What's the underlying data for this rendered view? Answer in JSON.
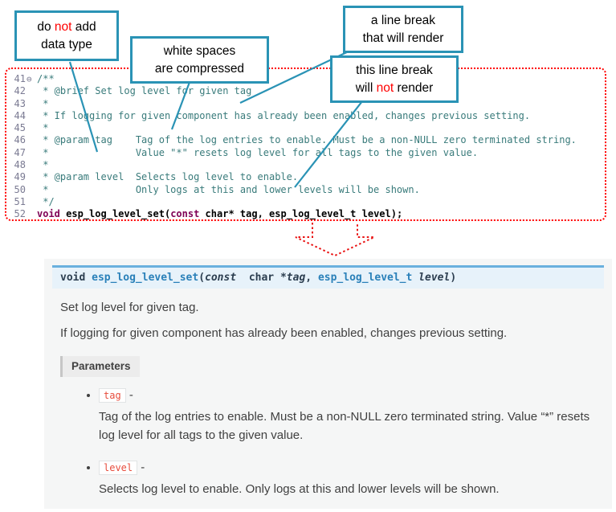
{
  "colors": {
    "callout_border": "#2a93b5",
    "connector_line": "#2a93b5",
    "code_block_border": "#ff0000",
    "arrow": "#e91313",
    "highlight_red": "#ff0000",
    "comment_text": "#397b7b",
    "keyword_text": "#7f0055",
    "signature_bg": "#e7f2fa",
    "signature_border": "#6ab0de",
    "param_chip_text": "#e74c3c",
    "doc_panel_bg": "#f5f6f6"
  },
  "callouts": {
    "box1": {
      "line1_pre": "do ",
      "line1_em": "not",
      "line1_post": " add",
      "line2": "data type"
    },
    "box2": {
      "line1": "white spaces",
      "line2": "are compressed"
    },
    "box3": {
      "line1": "a line break",
      "line2": "that will render"
    },
    "box4": {
      "line1": "this line break",
      "line2_pre": "will ",
      "line2_em": "not",
      "line2_post": " render"
    }
  },
  "code": {
    "lines": [
      {
        "num": "41",
        "fold": "⊖",
        "text": "/**"
      },
      {
        "num": "42",
        "fold": "",
        "text": " * @brief Set log level for given tag"
      },
      {
        "num": "43",
        "fold": "",
        "text": " *"
      },
      {
        "num": "44",
        "fold": "",
        "text": " * If logging for given component has already been enabled, changes previous setting."
      },
      {
        "num": "45",
        "fold": "",
        "text": " *"
      },
      {
        "num": "46",
        "fold": "",
        "text": " * @param tag    Tag of the log entries to enable. Must be a non-NULL zero terminated string."
      },
      {
        "num": "47",
        "fold": "",
        "text": " *               Value \"*\" resets log level for all tags to the given value."
      },
      {
        "num": "48",
        "fold": "",
        "text": " *"
      },
      {
        "num": "49",
        "fold": "",
        "text": " * @param level  Selects log level to enable."
      },
      {
        "num": "50",
        "fold": "",
        "text": " *               Only logs at this and lower levels will be shown."
      },
      {
        "num": "51",
        "fold": "",
        "text": " */"
      }
    ],
    "line52": {
      "num": "52",
      "kw1": "void",
      "sp1": " ",
      "name": "esp_log_level_set",
      "open": "(",
      "kw2": "const",
      "rest": " char* tag, esp_log_level_t level);"
    }
  },
  "doc": {
    "signature": {
      "kw": "void ",
      "name": "esp_log_level_set",
      "open": "(",
      "const_kw": "const ",
      "type1": " char *",
      "param1": "tag",
      "comma": ", ",
      "type2": "esp_log_level_t ",
      "param2": "level",
      "close": ")"
    },
    "p1": "Set log level for given tag.",
    "p2": "If logging for given component has already been enabled, changes previous setting.",
    "parameters_label": "Parameters",
    "params": [
      {
        "name": "tag",
        "sep": " -",
        "desc": "Tag of the log entries to enable. Must be a non-NULL zero terminated string. Value “*” resets log level for all tags to the given value."
      },
      {
        "name": "level",
        "sep": " -",
        "desc": "Selects log level to enable. Only logs at this and lower levels will be shown."
      }
    ]
  }
}
